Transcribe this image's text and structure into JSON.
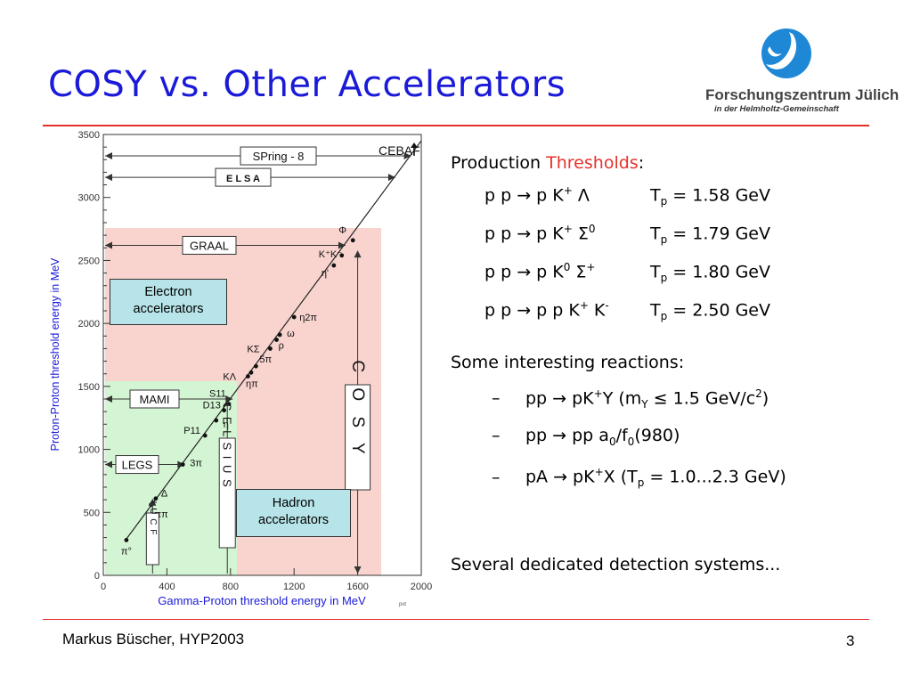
{
  "slide": {
    "title": "COSY vs. Other Accelerators",
    "footer_left": "Markus Büscher, HYP2003",
    "page_number": "3",
    "logo": {
      "name": "Forschungszentrum Jülich",
      "subtitle": "in der Helmholtz-Gemeinschaft"
    }
  },
  "colors": {
    "title": "#1a1ad8",
    "rule": "#e4322b",
    "accent_red": "#e4322b",
    "electron_region": "#f9d4cf",
    "hadron_region": "#d4f5d4",
    "box_fill": "#b7e4e8",
    "axis_label_blue": "#1a1ad8"
  },
  "chart_data": {
    "type": "line",
    "xlabel": "Gamma-Proton threshold energy in MeV",
    "ylabel": "Proton-Proton threshold energy in MeV",
    "xlim": [
      0,
      2000
    ],
    "ylim": [
      0,
      3500
    ],
    "x_ticks": [
      0,
      400,
      800,
      1200,
      1600,
      2000
    ],
    "y_ticks": [
      0,
      500,
      1000,
      1500,
      2000,
      2500,
      3000,
      3500
    ],
    "x_tick_labels": [
      "0",
      "400",
      "800",
      "1200",
      "1600",
      "2000"
    ],
    "y_tick_labels": [
      "0",
      "500",
      "1000",
      "1500",
      "2000",
      "2500",
      "3000",
      "3500"
    ],
    "corner_mark": "pvt",
    "line": {
      "x": [
        140,
        2000
      ],
      "y": [
        280,
        3450
      ]
    },
    "points": [
      {
        "label": "π°",
        "x": 145,
        "y": 280
      },
      {
        "label": "ππ",
        "x": 300,
        "y": 560
      },
      {
        "label": "Δ",
        "x": 330,
        "y": 610
      },
      {
        "label": "3π",
        "x": 500,
        "y": 880
      },
      {
        "label": "P11",
        "x": 640,
        "y": 1110
      },
      {
        "label": "η",
        "x": 710,
        "y": 1230
      },
      {
        "label": "D13",
        "x": 760,
        "y": 1310
      },
      {
        "label": "S11",
        "x": 790,
        "y": 1360
      },
      {
        "label": "ηπ",
        "x": 930,
        "y": 1610
      },
      {
        "label": "KΛ",
        "x": 910,
        "y": 1580
      },
      {
        "label": "5π",
        "x": 960,
        "y": 1660
      },
      {
        "label": "KΣ",
        "x": 1050,
        "y": 1800
      },
      {
        "label": "ρ",
        "x": 1090,
        "y": 1870
      },
      {
        "label": "ω",
        "x": 1110,
        "y": 1910
      },
      {
        "label": "η2π",
        "x": 1200,
        "y": 2050
      },
      {
        "label": "η'",
        "x": 1450,
        "y": 2460
      },
      {
        "label": "K⁺K⁻",
        "x": 1500,
        "y": 2540
      },
      {
        "label": "Φ",
        "x": 1570,
        "y": 2660
      }
    ],
    "ranges": [
      {
        "name": "CEBAF",
        "y_max": 3500
      },
      {
        "name": "SPring - 8",
        "y_max": 3330
      },
      {
        "name": "E L S A",
        "y_max": 3160
      },
      {
        "name": "GRAAL",
        "y_max": 2620
      },
      {
        "name": "MAMI",
        "y_max": 1400
      },
      {
        "name": "LEGS",
        "y_max": 880
      }
    ],
    "vertical_ranges": [
      {
        "name": "C O S Y",
        "x": 1600
      },
      {
        "name": "C E L S I U S",
        "x": 780
      },
      {
        "name": "I U C F",
        "x": 310
      }
    ]
  },
  "region_labels": {
    "electron": "Electron accelerators",
    "electron_line1": "Electron",
    "electron_line2": "accelerators",
    "hadron_line1": "Hadron",
    "hadron_line2": "accelerators"
  },
  "right_text": {
    "production": "Production ",
    "thresholds": "Thresholds",
    "colon": ":",
    "reactions": [
      {
        "lhs": "p p → p K",
        "sup1": "+",
        "particle": " Λ",
        "sup2": "",
        "tp_label": "T",
        "tp_sub": "p",
        "tp_val": " =  1.58 GeV"
      },
      {
        "lhs": "p p → p K",
        "sup1": "+",
        "particle": " Σ",
        "sup2": "0",
        "tp_label": "T",
        "tp_sub": "p",
        "tp_val": " =  1.79 GeV"
      },
      {
        "lhs": "p p → p K",
        "sup1": "0",
        "particle": " Σ",
        "sup2": "+",
        "tp_label": "T",
        "tp_sub": "p",
        "tp_val": " =  1.80 GeV"
      },
      {
        "lhs": "p p → p p K",
        "sup1": "+",
        "particle": " K",
        "sup2": "-",
        "tp_label": "T",
        "tp_sub": "p",
        "tp_val": " =  2.50 GeV"
      }
    ],
    "interesting_heading": "Some interesting reactions:",
    "bullets": [
      {
        "dash": "–",
        "a": "pp → pK",
        "a_sup": "+",
        "b": "Y  (m",
        "b_sub": "Y",
        "c": " ≤ 1.5 GeV/c",
        "c_sup": "2",
        "d": ")"
      },
      {
        "dash": "–",
        "a": "pp → pp a",
        "a_sub": "0",
        "b": "/f",
        "b_sub": "0",
        "c": "(980)"
      },
      {
        "dash": "–",
        "a": "pA → pK",
        "a_sup": "+",
        "b": "X  (T",
        "b_sub": "p",
        "c": " = 1.0...2.3 GeV)"
      }
    ],
    "detection": "Several dedicated detection systems..."
  }
}
